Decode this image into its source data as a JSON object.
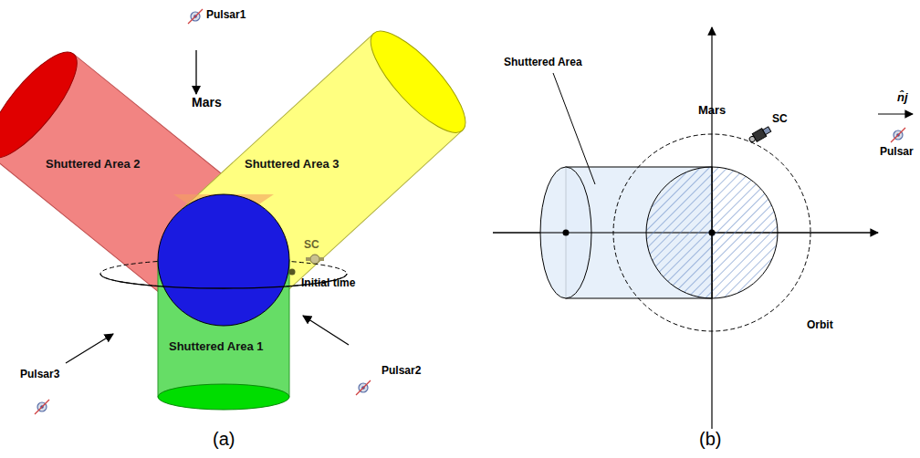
{
  "diagram": {
    "nodes": [
      {
        "text": [
          "Shuttered Area 2"
        ]
      },
      {
        "text": [
          "Shuttered Area 3"
        ]
      },
      {
        "text": [
          "Shuttered Area 1"
        ]
      }
    ],
    "labels": [
      "Pulsar1",
      "Mars",
      "SC",
      "Initial time",
      "Pulsar2",
      "Pulsar3",
      "(a)",
      "Shuttered Area",
      "Mars",
      "SC",
      "Orbit",
      "n̂j",
      "Pulsar",
      "(b)"
    ]
  }
}
